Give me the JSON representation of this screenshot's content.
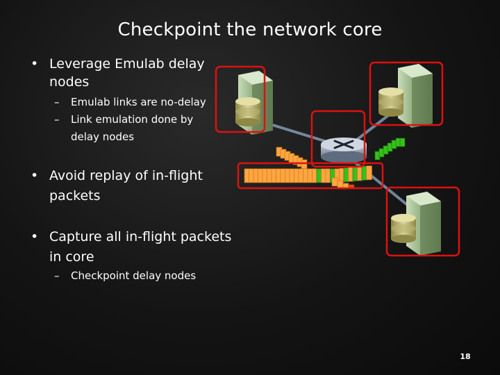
{
  "slide": {
    "title": "Checkpoint the network core",
    "bullets": [
      {
        "line1": "Leverage Emulab delay",
        "line2": "nodes",
        "subs": [
          {
            "line1": "Emulab links are no-delay"
          },
          {
            "line1": "Link emulation done by",
            "line2": "delay nodes"
          }
        ]
      },
      {
        "line1": "Avoid replay of in-flight",
        "line2": "packets"
      },
      {
        "line1": "Capture all in-flight packets",
        "line2": "in core",
        "subs": [
          {
            "line1": "Checkpoint delay nodes"
          }
        ]
      }
    ],
    "page_number": "18"
  },
  "diagram": {
    "highlight_color": "#e01010",
    "link_color": "#8aa3bb",
    "server_color": "#a9c49a",
    "disk_color": "#c9c27a",
    "packet_orange": "#ffa640",
    "packet_green": "#35c11b",
    "router_color": "#9aa6b8"
  }
}
